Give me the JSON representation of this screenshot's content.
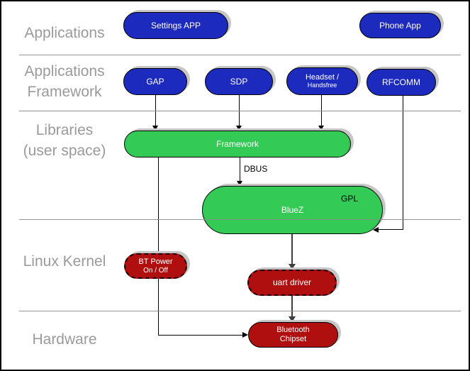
{
  "layers": {
    "applications": {
      "line1": "Applications"
    },
    "app_framework": {
      "line1": "Applications",
      "line2": "Framework"
    },
    "libraries": {
      "line1": "Libraries",
      "line2": "(user space)"
    },
    "kernel": {
      "line1": "Linux Kernel"
    },
    "hardware": {
      "line1": "Hardware"
    }
  },
  "nodes": {
    "settings_app": {
      "label": "Settings APP"
    },
    "phone_app": {
      "label": "Phone App"
    },
    "gap": {
      "label": "GAP"
    },
    "sdp": {
      "label": "SDP"
    },
    "headset": {
      "line1": "Headset /",
      "line2": "Handsfree"
    },
    "rfcomm": {
      "label": "RFCOMM"
    },
    "framework": {
      "label": "Framework"
    },
    "bluez": {
      "label": "BlueZ",
      "badge": "GPL"
    },
    "bt_power": {
      "line1": "BT Power",
      "line2": "On / Off"
    },
    "uart_driver": {
      "label": "uart driver"
    },
    "bt_chipset": {
      "line1": "Bluetooth",
      "line2": "Chipset"
    }
  },
  "edge_labels": {
    "dbus": "DBUS"
  },
  "colors": {
    "app_blue": "#1c2abd",
    "lib_green": "#33cb55",
    "kernel_red": "#b00f0f",
    "layer_label_gray": "#9a9a9a",
    "divider_gray": "#8c8c8c",
    "shadow_gray": "#c6c6c6",
    "arrow_dark": "#3d3d3d"
  }
}
